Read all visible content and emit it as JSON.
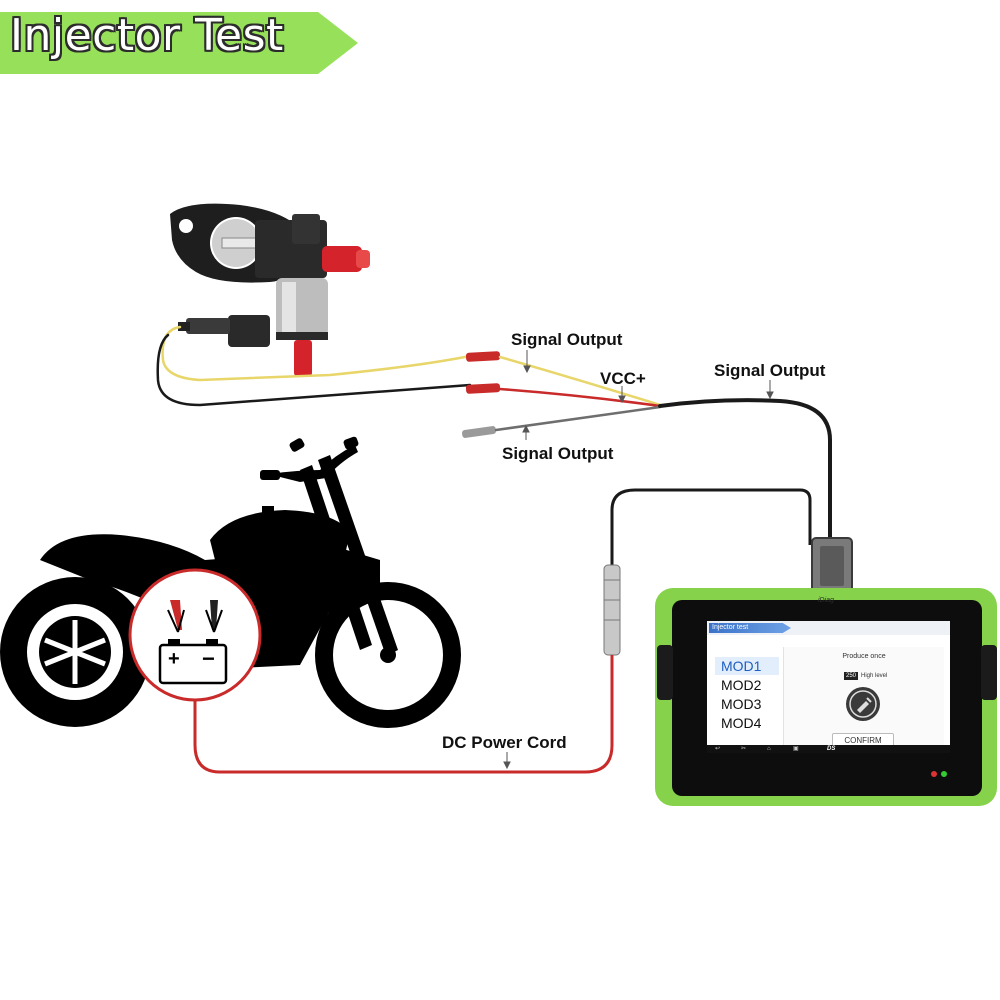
{
  "title": "Injector Test",
  "labels": {
    "signal_output_top": "Signal Output",
    "vcc": "VCC+",
    "signal_output_right": "Signal Output",
    "signal_output_bottom": "Signal Output",
    "dc_power_cord": "DC Power Cord"
  },
  "device": {
    "brand": "iDiag",
    "screen": {
      "header_tab": "Injector test",
      "modes": [
        "MOD1",
        "MOD2",
        "MOD3",
        "MOD4"
      ],
      "selected_mode": "MOD1",
      "produce_label": "Produce once",
      "level_value": "250",
      "level_label": "High level",
      "confirm_label": "CONFIRM",
      "nav_logo": "DS"
    }
  },
  "battery": {
    "plus": "+",
    "minus": "−"
  },
  "colors": {
    "banner": "#96e05a",
    "tablet_green": "#86d24b",
    "wire_yellow": "#e8d66a",
    "wire_red": "#c92a2a",
    "wire_black": "#1a1a1a",
    "accent_blue": "#3a72c8"
  },
  "icons": [
    "injector-icon",
    "battery-icon",
    "home-icon",
    "back-icon"
  ]
}
